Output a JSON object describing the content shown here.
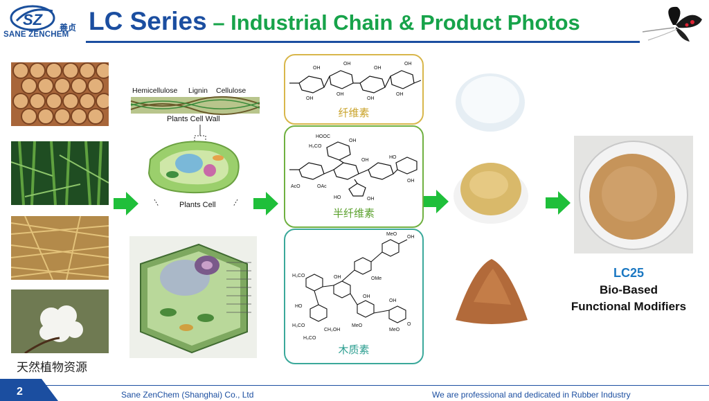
{
  "header": {
    "logo_text": "SANE ZENCHEM",
    "logo_cn": "善贞",
    "title_main": "LC Series",
    "title_sub": " – Industrial Chain & Product Photos"
  },
  "plant_sources": {
    "label": "天然植物资源",
    "images": [
      "wood-logs-photo",
      "bamboo-photo",
      "straw-photo",
      "cotton-photo"
    ]
  },
  "cell_diagram": {
    "components": [
      "Hemicellulose",
      "Lignin",
      "Cellulose"
    ],
    "wall_label": "Plants Cell Wall",
    "cell_label": "Plants Cell"
  },
  "structures": [
    {
      "label": "纤维素",
      "color": "#c9a227"
    },
    {
      "label": "半纤维素",
      "color": "#5aa02c"
    },
    {
      "label": "木质素",
      "color": "#2a9d8f"
    }
  ],
  "product": {
    "name": "LC25",
    "desc_line1": "Bio-Based",
    "desc_line2": "Functional Modifiers"
  },
  "footer": {
    "page_number": "2",
    "company": "Sane ZenChem (Shanghai) Co., Ltd",
    "tagline": "We are professional and dedicated  in Rubber Industry"
  },
  "colors": {
    "brand_blue": "#1b4ea0",
    "accent_green": "#17a34a",
    "arrow_green": "#1fbf3a"
  }
}
